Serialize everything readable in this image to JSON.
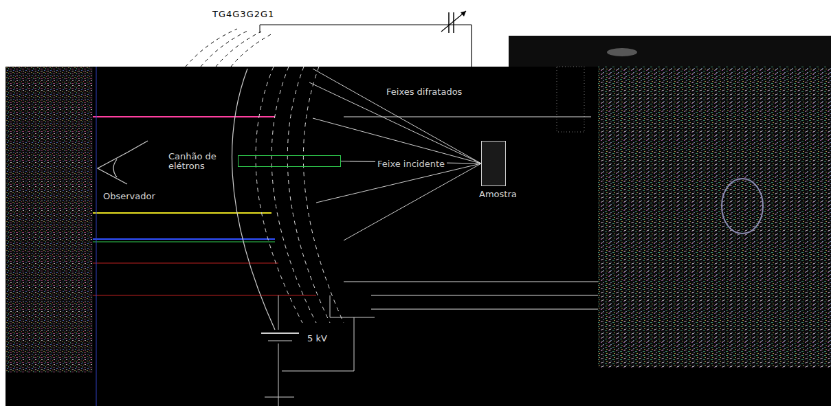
{
  "diagram": {
    "nodes": [
      {
        "text": [
          "Canhão de elétrons"
        ]
      },
      {
        "text": [
          "Amostra"
        ]
      }
    ],
    "edges": [
      {
        "from": 0,
        "to": 1,
        "arrow": "none",
        "label": "Feixe incidente"
      }
    ],
    "labels": [
      "TG4G3G2G1",
      "Feixes difratados",
      "Observador",
      "5 kV"
    ]
  }
}
